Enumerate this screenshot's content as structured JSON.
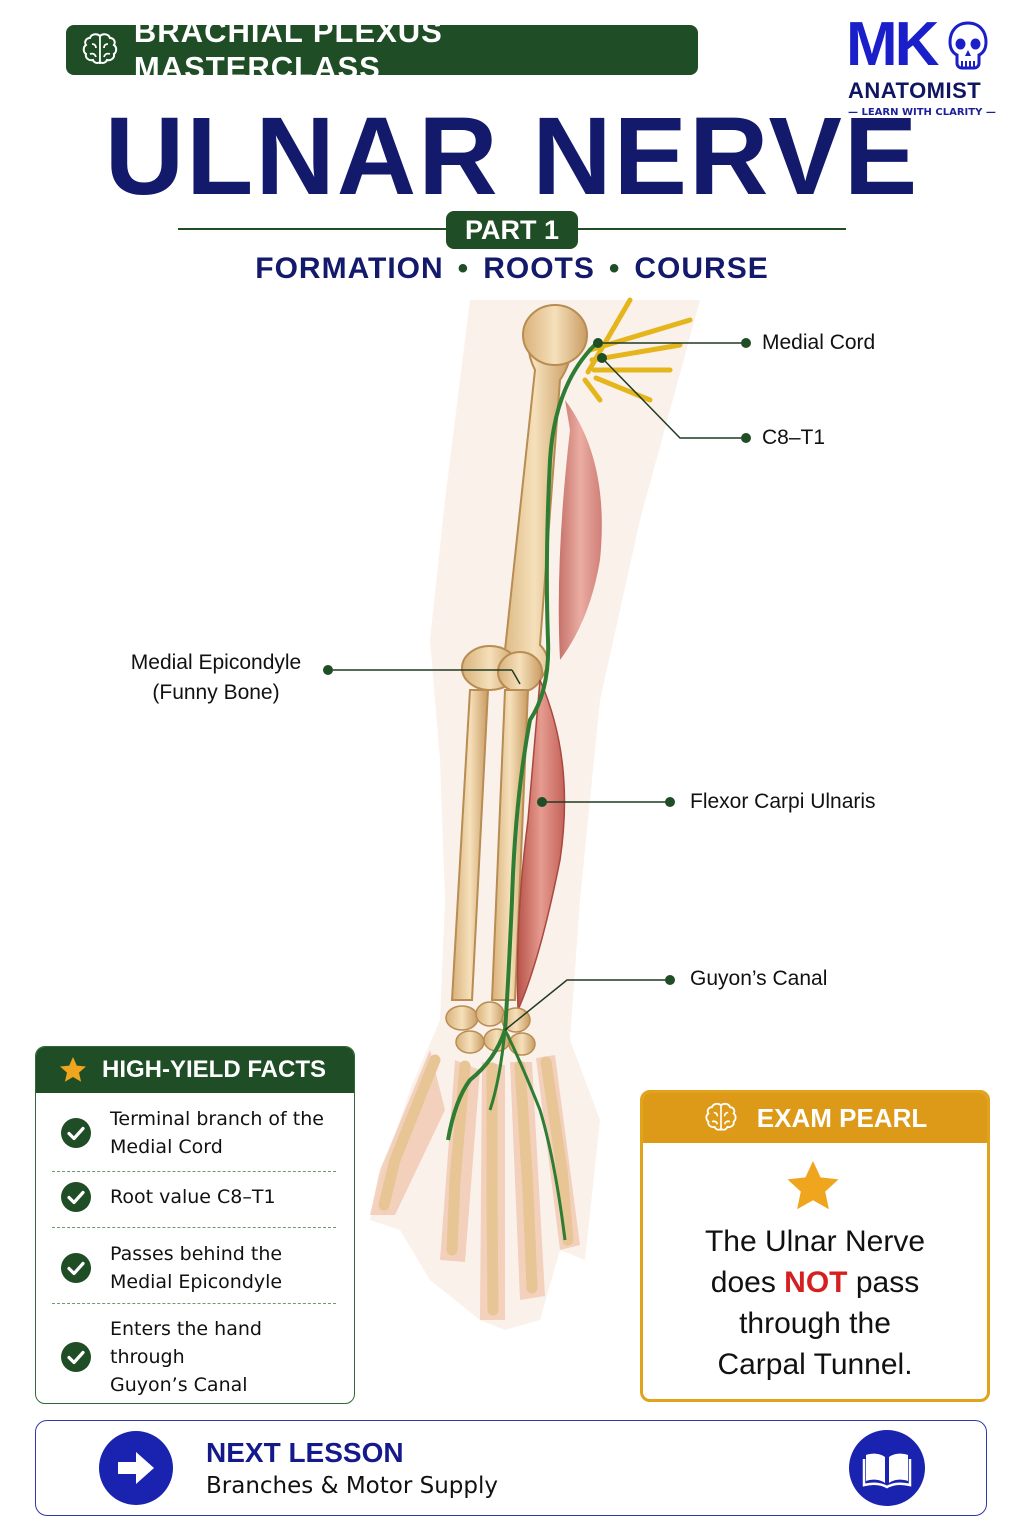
{
  "header": {
    "banner": "BRACHIAL PLEXUS MASTERCLASS",
    "banner_icon": "brain-icon",
    "title": "ULNAR NERVE",
    "part": "PART 1",
    "subtitle_items": [
      "FORMATION",
      "ROOTS",
      "COURSE"
    ]
  },
  "logo": {
    "mark": "MK",
    "name": "ANATOMIST",
    "tagline": "— LEARN WITH CLARITY —",
    "icon": "skull-icon"
  },
  "labels": {
    "medial_cord": "Medial Cord",
    "c8t1": "C8–T1",
    "epicondyle_line1": "Medial Epicondyle",
    "epicondyle_line2": "(Funny Bone)",
    "fcu": "Flexor Carpi Ulnaris",
    "guyon": "Guyon’s Canal"
  },
  "facts": {
    "heading": "HIGH-YIELD FACTS",
    "heading_icon": "star-icon",
    "items": [
      {
        "line1": "Terminal branch of the",
        "line2": "Medial Cord"
      },
      {
        "line1": "Root value C8–T1",
        "line2": ""
      },
      {
        "line1": "Passes behind the",
        "line2": "Medial Epicondyle"
      },
      {
        "line1": "Enters the hand through",
        "line2": "Guyon’s Canal"
      }
    ]
  },
  "pearl": {
    "heading": "EXAM PEARL",
    "line1": "The Ulnar Nerve",
    "line2_pre": "does ",
    "line2_not": "NOT",
    "line2_post": " pass",
    "line3": "through the",
    "line4": "Carpal Tunnel."
  },
  "next": {
    "label": "NEXT LESSON",
    "topic": "Branches & Motor Supply",
    "left_icon": "arrow-right-icon",
    "right_icon": "book-icon"
  },
  "colors": {
    "green_dark": "#1f4d25",
    "navy": "#141a6b",
    "brand_blue": "#1b1fc9",
    "gold": "#dd9a18",
    "red": "#d62020",
    "nerve": "#2e7d32",
    "bone": "#e9c99a",
    "muscle": "#cf6e62"
  }
}
